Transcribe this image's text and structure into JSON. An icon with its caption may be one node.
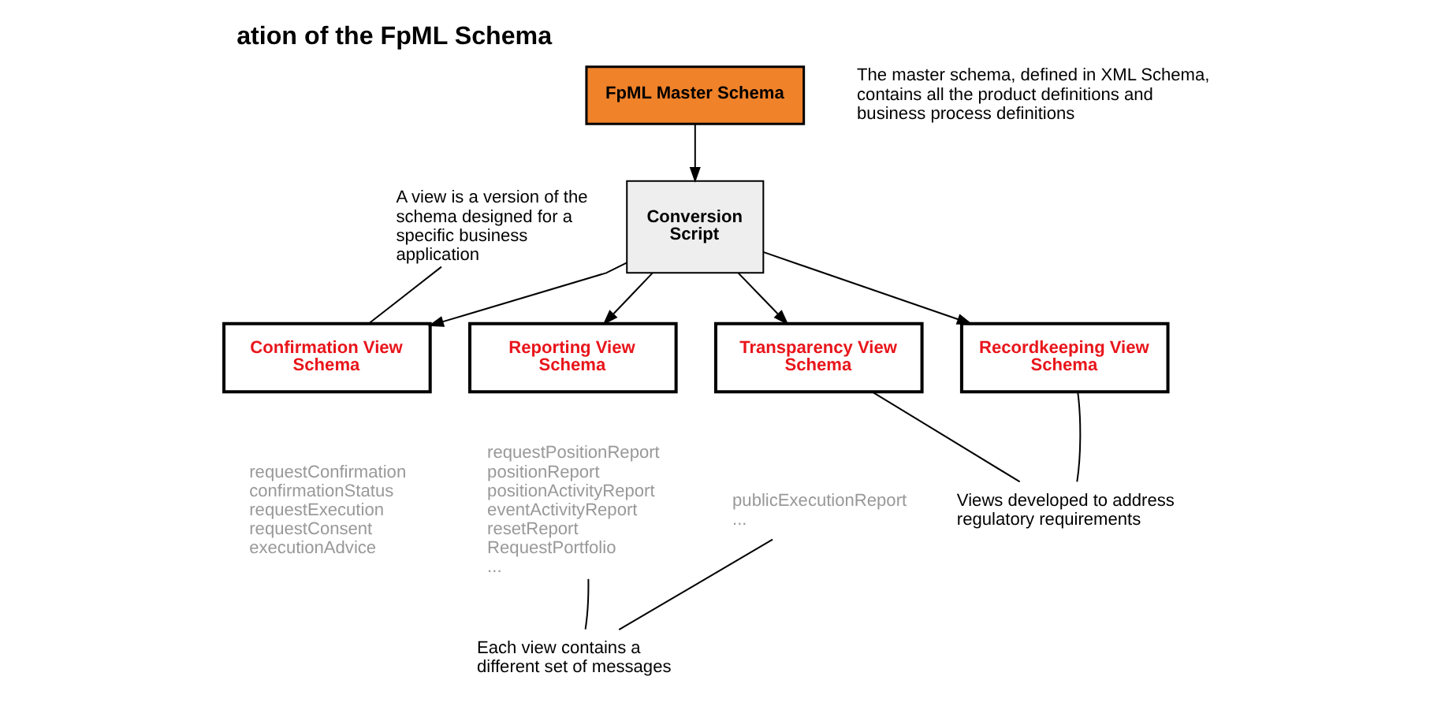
{
  "diagram": {
    "title": "ation of the FpML Schema",
    "nodes": [
      {
        "text": [
          "FpML Master Schema"
        ],
        "beside": [
          "The master schema, defined in XML Schema, contains all the product definitions and business process definitions"
        ]
      },
      {
        "text": [
          "Conversion Script"
        ]
      },
      {
        "text": [
          "Confirmation View Schema"
        ]
      },
      {
        "text": [
          "Reporting View Schema"
        ]
      },
      {
        "text": [
          "Transparency View Schema"
        ]
      },
      {
        "text": [
          "Recordkeeping View Schema"
        ]
      },
      {
        "text": [
          "requestConfirmation",
          "confirmationStatus",
          "requestExecution",
          "requestConsent",
          "executionAdvice"
        ]
      },
      {
        "text": [
          "requestPositionReport",
          "positionReport",
          "positionActivityReport",
          "eventActivityReport",
          "resetReport",
          "RequestPortfolio",
          "..."
        ]
      },
      {
        "text": [
          "publicExecutionReport",
          "..."
        ]
      },
      {
        "text": [
          "A view is a version of the schema designed for a specific business application"
        ]
      },
      {
        "text": [
          "Each view contains a different set of messages"
        ]
      },
      {
        "text": [
          "Views developed to address regulatory requirements"
        ]
      }
    ],
    "edges": [
      {
        "from": 0,
        "to": 1,
        "arrow": "to"
      },
      {
        "from": 1,
        "to": 2,
        "arrow": "to"
      },
      {
        "from": 1,
        "to": 3,
        "arrow": "to"
      },
      {
        "from": 1,
        "to": 4,
        "arrow": "to"
      },
      {
        "from": 1,
        "to": 5,
        "arrow": "to"
      },
      {
        "from": 9,
        "to": 2,
        "arrow": "none"
      },
      {
        "from": 10,
        "to": 7,
        "arrow": "none"
      },
      {
        "from": 10,
        "to": 8,
        "arrow": "none"
      },
      {
        "from": 11,
        "to": 4,
        "arrow": "none"
      },
      {
        "from": 11,
        "to": 5,
        "arrow": "none"
      }
    ]
  }
}
